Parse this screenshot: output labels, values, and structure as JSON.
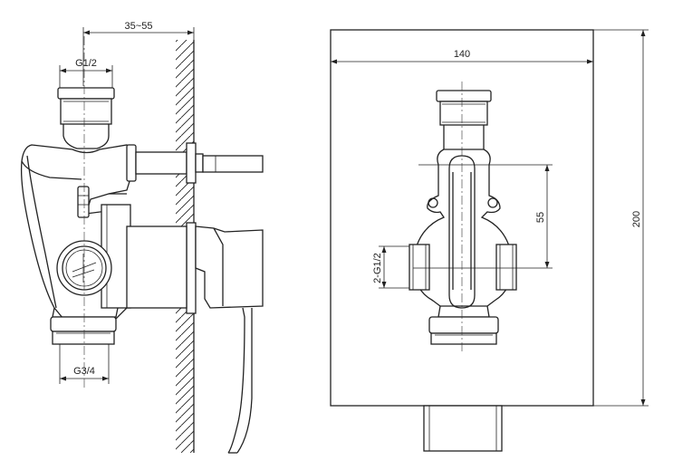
{
  "side_view": {
    "dim_wall_depth": "35~55",
    "dim_inlet_thread": "G1/2",
    "dim_outlet_thread": "G3/4"
  },
  "front_view": {
    "dim_plate_width": "140",
    "dim_plate_height": "200",
    "dim_center_distance": "55",
    "dim_side_threads": "2-G1/2"
  }
}
